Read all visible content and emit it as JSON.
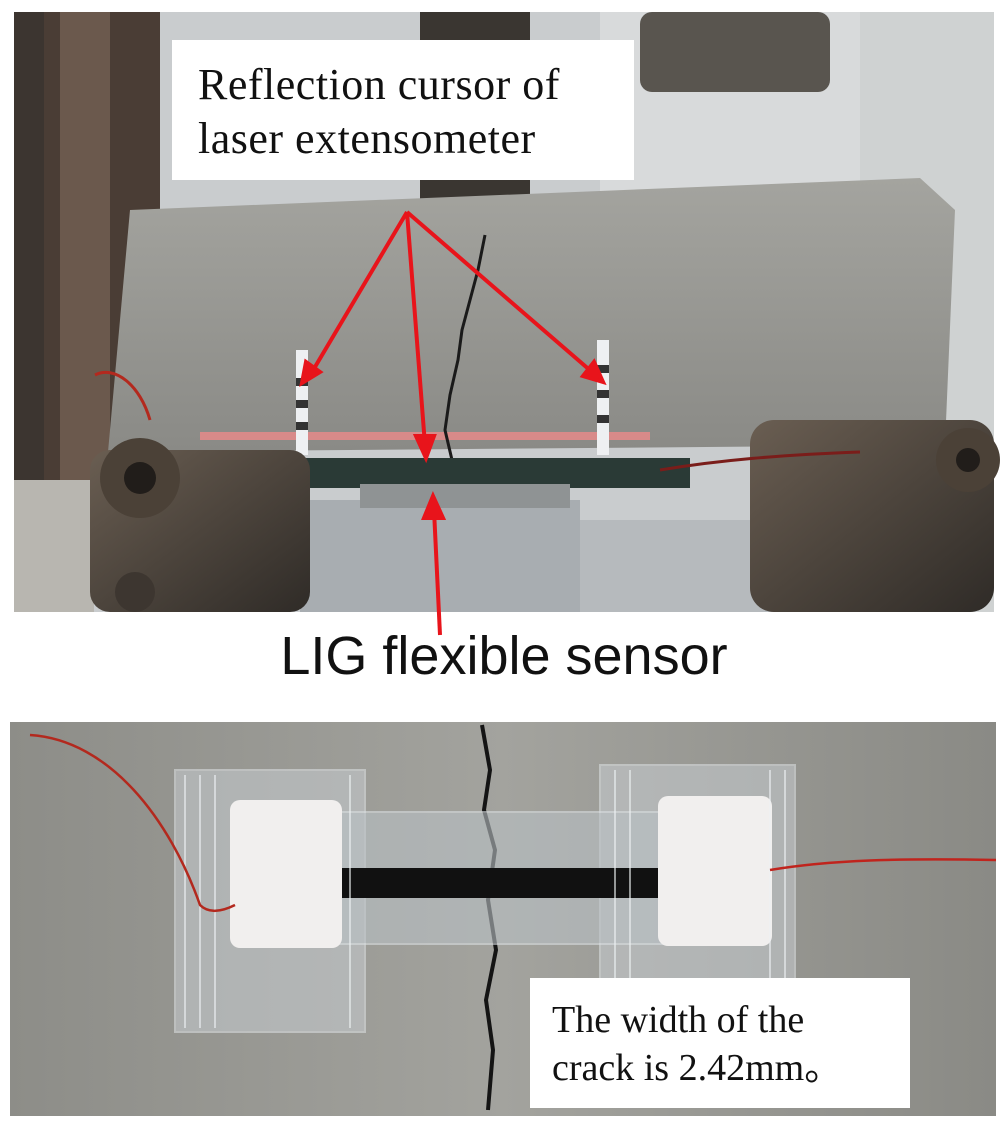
{
  "figure": {
    "top_panel": {
      "caption_line1": "Reflection cursor of",
      "caption_line2": "laser extensometer"
    },
    "middle_label": "LIG flexible sensor",
    "bottom_panel": {
      "caption_line1": "The width of the",
      "caption_line2": "crack is 2.42mm。"
    }
  },
  "colors": {
    "arrow": "#e8141b",
    "concrete": "#9a9a96",
    "background": "#ffffff"
  }
}
